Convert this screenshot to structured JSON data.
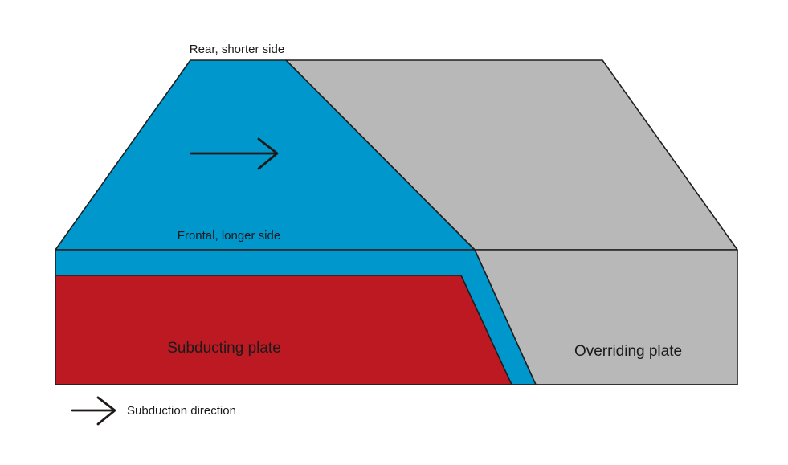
{
  "labels": {
    "rear_side": "Rear, shorter side",
    "frontal_side": "Frontal, longer side",
    "subducting_plate": "Subducting plate",
    "overriding_plate": "Overriding plate",
    "legend_subduction_direction": "Subduction direction"
  },
  "colors": {
    "subducting_top": "#0097cd",
    "subducting_body": "#bc1922",
    "overriding": "#b8b8b9",
    "outline": "#1f1f1f",
    "arrow": "#1f1a17",
    "text": "#1a1a1a"
  },
  "icons": {
    "direction_arrow": "right-arrow-icon",
    "legend_arrow": "right-arrow-icon"
  }
}
